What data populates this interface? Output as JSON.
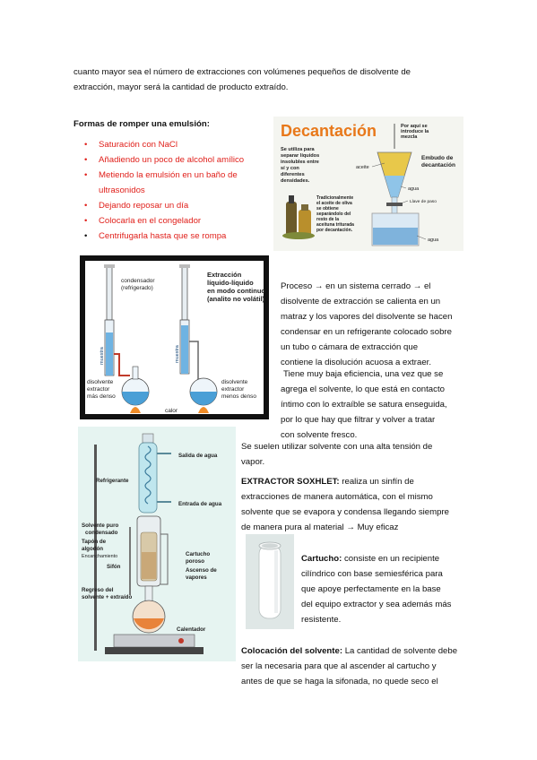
{
  "intro": {
    "line1": "cuanto mayor sea el número de extracciones con volúmenes pequeños de disolvente de",
    "line2": "extracción, mayor será la cantidad de producto extraído."
  },
  "emulsion": {
    "heading": "Formas de romper una emulsión:",
    "items": [
      {
        "text": "Saturación con NaCl",
        "color": "#e0201b"
      },
      {
        "text": "Añadiendo un poco de alcohol amílico",
        "color": "#e0201b"
      },
      {
        "text": "Metiendo la emulsión en un baño de",
        "color": "#e0201b"
      },
      {
        "text": "ultrasonidos",
        "color": "#e0201b",
        "continuation": true
      },
      {
        "text": "Dejando reposar un día",
        "color": "#e0201b"
      },
      {
        "text": "Colocarla en el congelador",
        "color": "#e0201b"
      },
      {
        "text": "Centrifugarla hasta que se rompa",
        "color": "#e0201b"
      }
    ]
  },
  "decantacion": {
    "title": "Decantación",
    "left_text": [
      "Se utiliza para",
      "separar líquidos",
      "insolubles entre",
      "sí y con",
      "diferentes",
      "densidades."
    ],
    "bottom_text": [
      "Tradicionalmente",
      "el aceite de oliva",
      "se obtiene",
      "separándolo del",
      "resto de la",
      "aceituna triturada",
      "por decantación."
    ],
    "label_top": [
      "Por aquí se",
      "introduce la",
      "mezcla"
    ],
    "label_aceite": "aceite",
    "label_embudo": [
      "Embudo de",
      "decantación"
    ],
    "label_agua1": "agua",
    "label_llave": "Llave de paso",
    "label_agua2": "agua"
  },
  "liquid_fig": {
    "title": [
      "Extracción",
      "líquido-líquido",
      "en modo continuo",
      "(analito no volátil)"
    ],
    "condensador": [
      "condensador",
      "(refrigerado)"
    ],
    "muestra1": "muestra",
    "muestra2": "muestra",
    "left_label": [
      "disolvente",
      "extractor",
      "más denso"
    ],
    "right_label": [
      "disolvente",
      "extractor",
      "menos denso"
    ],
    "calor": "calor"
  },
  "proceso": {
    "lines": [
      "Proceso → en un sistema cerrado → el",
      "disolvente de extracción se calienta en un",
      "matraz y los vapores del disolvente se hacen",
      "condensar en un refrigerante colocado sobre",
      "un tubo o cámara de extracción que",
      "contiene la disolución acuosa a extraer."
    ]
  },
  "eficiencia": {
    "lines": [
      "Tiene muy baja eficiencia, una vez que se",
      "agrega el solvente, lo que está en contacto",
      "íntimo con lo extraíble se satura enseguida,",
      "por lo que hay que filtrar y volver a tratar",
      "con solvente fresco."
    ]
  },
  "tension": {
    "lines": [
      "Se suelen utilizar solvente con una alta tensión de",
      "vapor."
    ]
  },
  "soxhlet": {
    "label": "EXTRACTOR SOXHLET:",
    "lines": [
      " realiza un sinfín de",
      "extracciones de manera automática, con el mismo",
      "solvente que se evapora y condensa llegando siempre",
      "de manera pura al material → Muy eficaz"
    ]
  },
  "soxhlet_fig": {
    "salida": "Salida de agua",
    "refrigerante": "Refrigerante",
    "entrada": "Entrada de agua",
    "solvente_puro": [
      "Solvente puro",
      "condensado"
    ],
    "tapon": [
      "Tapón de",
      "algodón"
    ],
    "encanchamiento": "Encanchamiento",
    "sifon": "Sifón",
    "cartucho": [
      "Cartucho",
      "poroso"
    ],
    "ascenso": [
      "Ascenso de",
      "vapores"
    ],
    "regreso": [
      "Regreso del",
      "solvente + extraído"
    ],
    "calentador": "Calentador"
  },
  "cartucho": {
    "label": "Cartucho:",
    "lines": [
      " consiste en un recipiente",
      "cilíndrico con base semiesférica para",
      "que apoye perfectamente en la base",
      "del equipo extractor y sea además más",
      "resistente."
    ]
  },
  "colocacion": {
    "label": "Colocación del solvente:",
    "lines": [
      " La cantidad de solvente debe",
      "ser la necesaria para que al ascender al cartucho y",
      "antes de que se haga la sifonada, no quede seco el"
    ]
  }
}
